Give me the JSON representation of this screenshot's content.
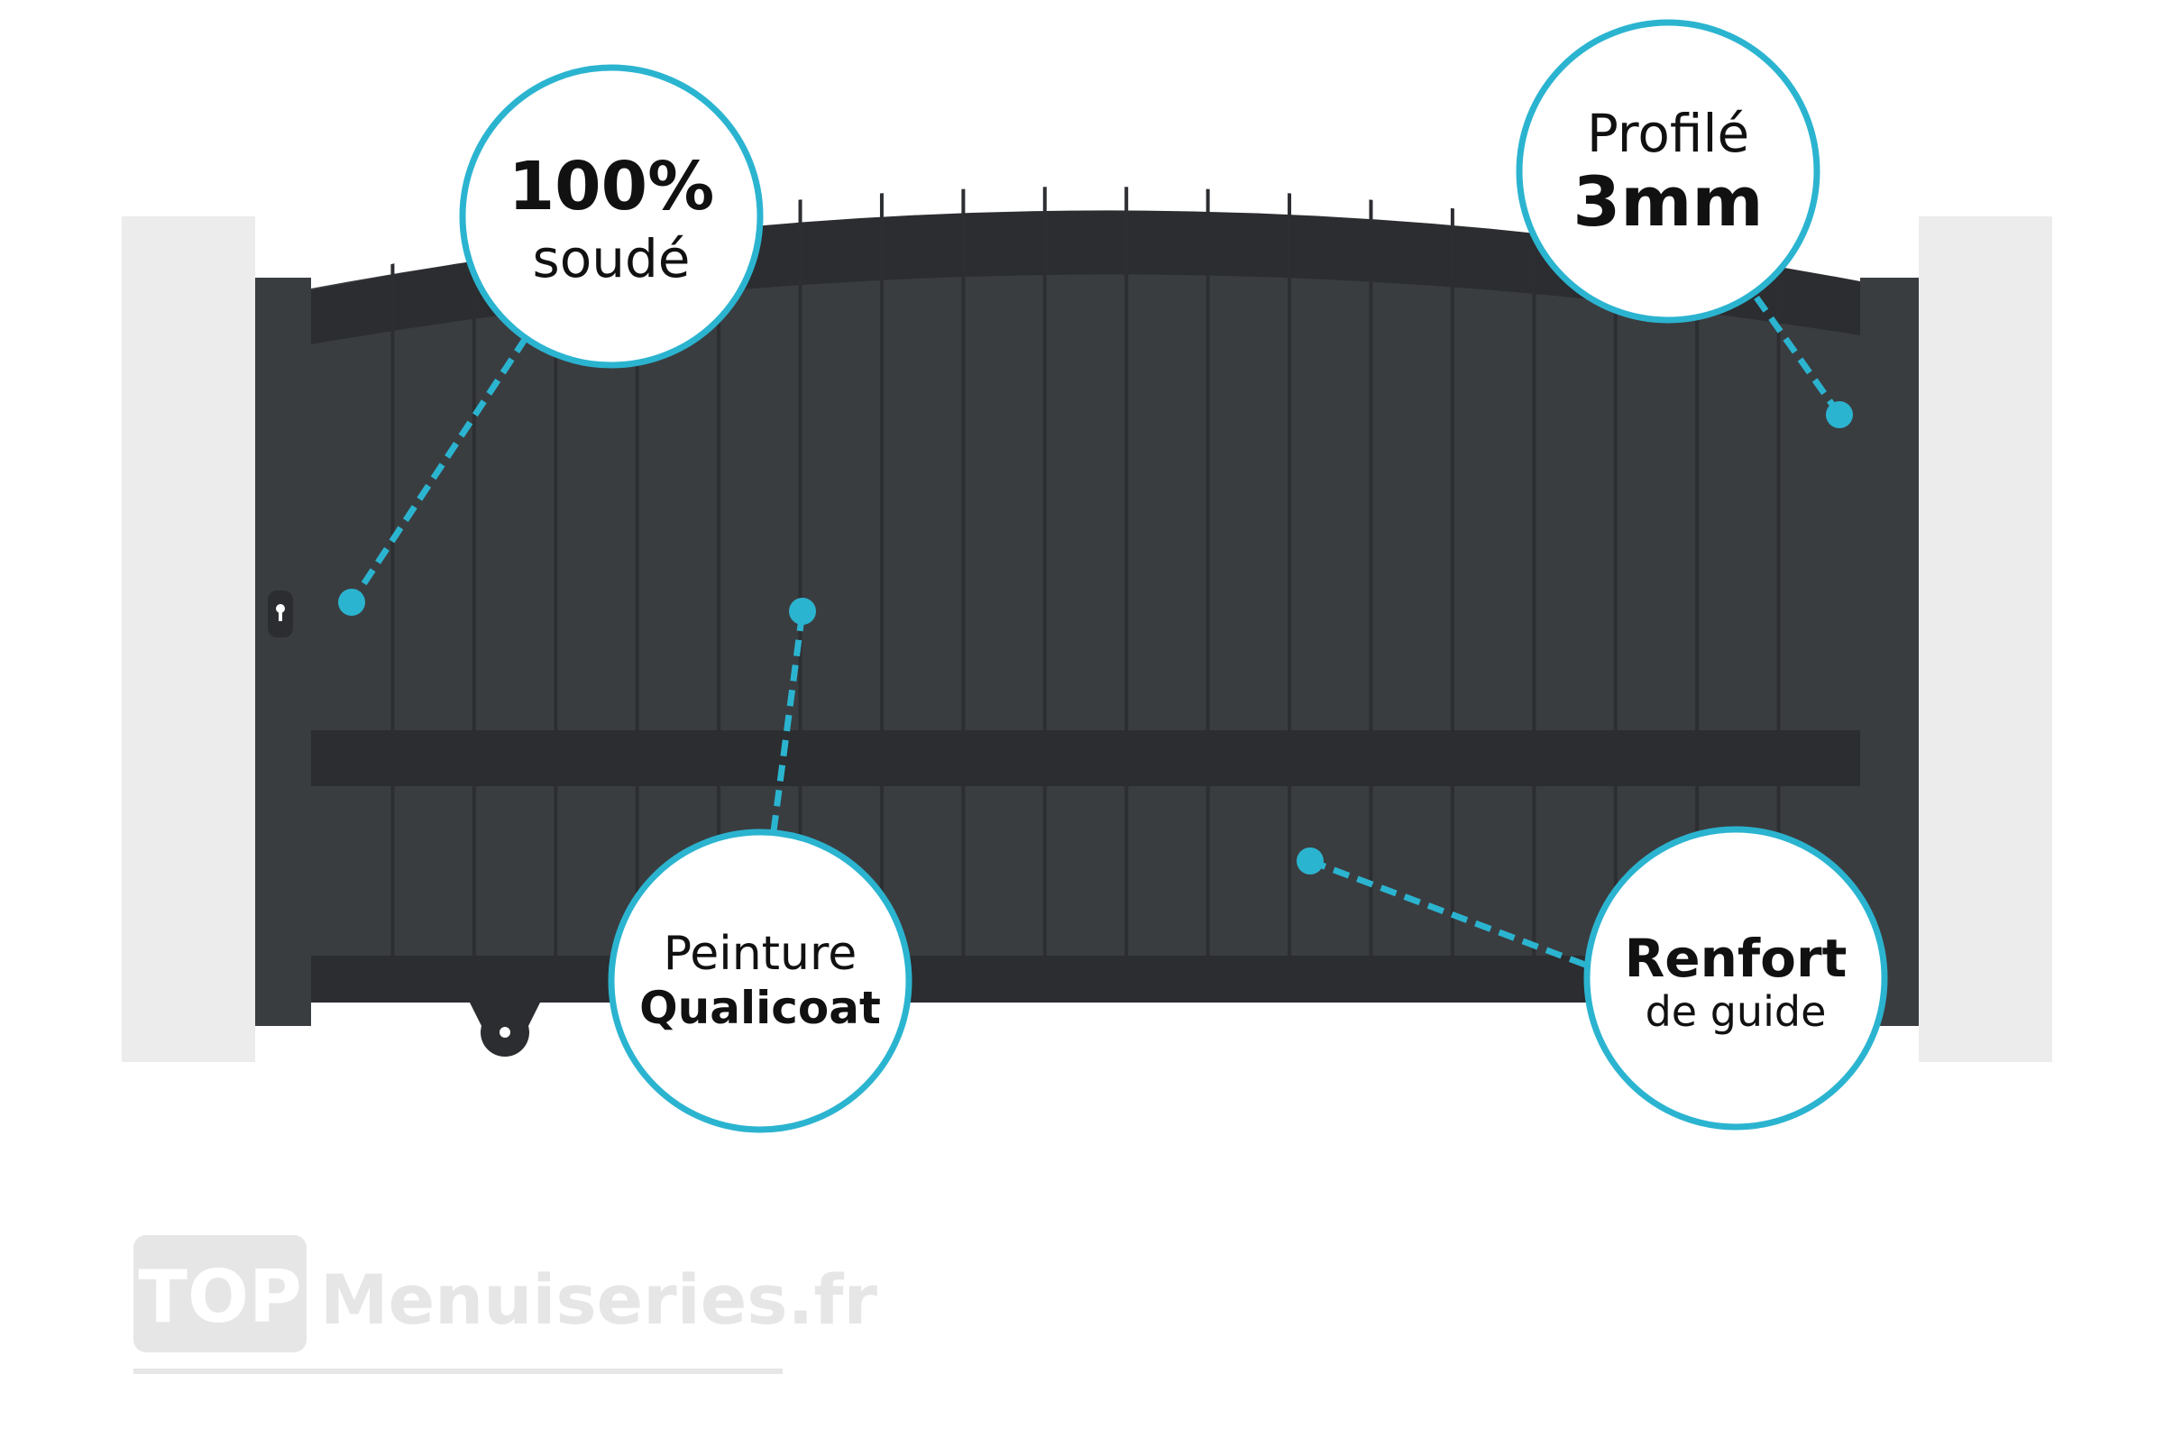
{
  "colors": {
    "gate": "#3a3d40",
    "gate_dark": "#2b2d30",
    "gate_seam": "#2c2e31",
    "pillar": "#ececec",
    "accent": "#2bb4d0",
    "text": "#111111",
    "watermark": "#e6e6e6"
  },
  "callouts": [
    {
      "id": "welded",
      "line1": "100%",
      "line2": "soudé",
      "bold": "line1"
    },
    {
      "id": "profile",
      "line1": "Profilé",
      "line2": "3mm",
      "bold": "line2"
    },
    {
      "id": "paint",
      "line1": "Peinture",
      "line2": "Qualicoat",
      "bold": "line2"
    },
    {
      "id": "guide",
      "line1": "Renfort",
      "line2": "de guide",
      "bold": "line1"
    }
  ],
  "watermark": {
    "badge": "TOP",
    "text": "Menuiseries.fr"
  }
}
